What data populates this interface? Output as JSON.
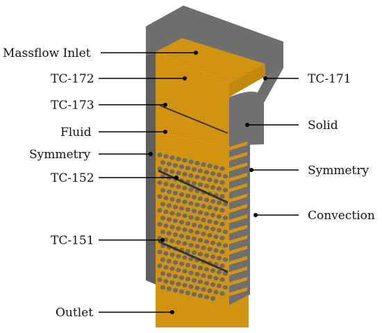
{
  "labels": {
    "massflow_inlet": "Massflow Inlet",
    "tc_172": "TC-172",
    "tc_173": "TC-173",
    "fluid": "Fluid",
    "symmetry_left": "Symmetry",
    "tc_152": "TC-152",
    "tc_151": "TC-151",
    "outlet": "Outlet",
    "tc_171": "TC-171",
    "solid": "Solid",
    "symmetry_right": "Symmetry",
    "convection": "Convection"
  },
  "colors": {
    "fluid": "#d4950f",
    "fluid_dark": "#b87d0a",
    "fluid_light": "#e0a82a",
    "solid": "#6e6e6e",
    "solid_dark": "#555555",
    "solid_light": "#8a8a8a",
    "leader": "#000000"
  }
}
